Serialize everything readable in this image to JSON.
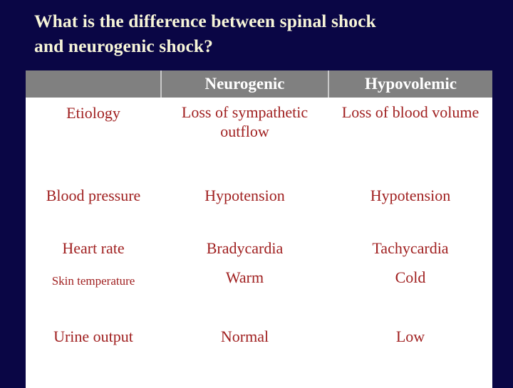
{
  "slide": {
    "background_color": "#0a0645",
    "title_color": "#f7f5d8",
    "body_text_color": "#a02020",
    "header_bg_color": "#808080",
    "header_text_color": "#ffffff",
    "table_bg_color": "#ffffff",
    "title_line1": "What is the difference between spinal shock",
    "title_line2": "and neurogenic shock?"
  },
  "table": {
    "headers": [
      "",
      "Neurogenic",
      "Hypovolemic"
    ],
    "rows": [
      {
        "label": "Etiology",
        "neurogenic": "Loss of sympathetic outflow",
        "hypovolemic": "Loss of blood volume"
      },
      {
        "label": "Blood pressure",
        "neurogenic": "Hypotension",
        "hypovolemic": "Hypotension"
      },
      {
        "label": "Heart rate",
        "neurogenic": "Bradycardia",
        "hypovolemic": "Tachycardia"
      },
      {
        "label": "Skin temperature",
        "neurogenic": "Warm",
        "hypovolemic": "Cold"
      },
      {
        "label": "Urine output",
        "neurogenic": "Normal",
        "hypovolemic": "Low"
      }
    ]
  }
}
